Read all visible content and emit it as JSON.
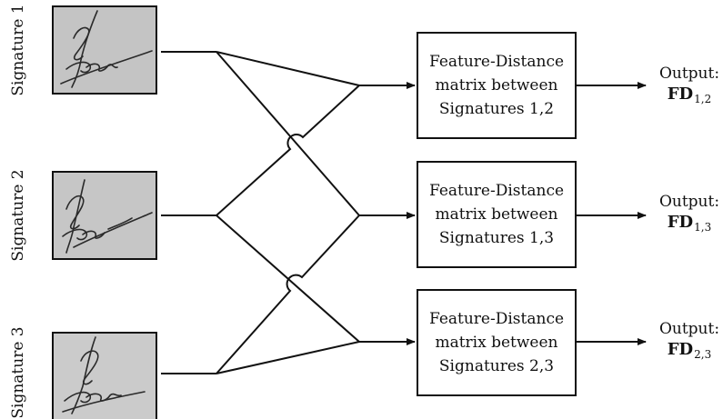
{
  "signatures": [
    {
      "label": "Signature 1"
    },
    {
      "label": "Signature 2"
    },
    {
      "label": "Signature 3"
    }
  ],
  "fd_boxes": [
    {
      "line1": "Feature-Distance",
      "line2": "matrix between",
      "line3": "Signatures 1,2"
    },
    {
      "line1": "Feature-Distance",
      "line2": "matrix between",
      "line3": "Signatures 1,3"
    },
    {
      "line1": "Feature-Distance",
      "line2": "matrix between",
      "line3": "Signatures 2,3"
    }
  ],
  "outputs": [
    {
      "label": "Output:",
      "symbol": "FD",
      "subscript": "1,2"
    },
    {
      "label": "Output:",
      "symbol": "FD",
      "subscript": "1,3"
    },
    {
      "label": "Output:",
      "symbol": "FD",
      "subscript": "2,3"
    }
  ],
  "colors": {
    "line": "#111111",
    "image_bg": "#b8b8b8",
    "ink": "#2a2a2a"
  }
}
